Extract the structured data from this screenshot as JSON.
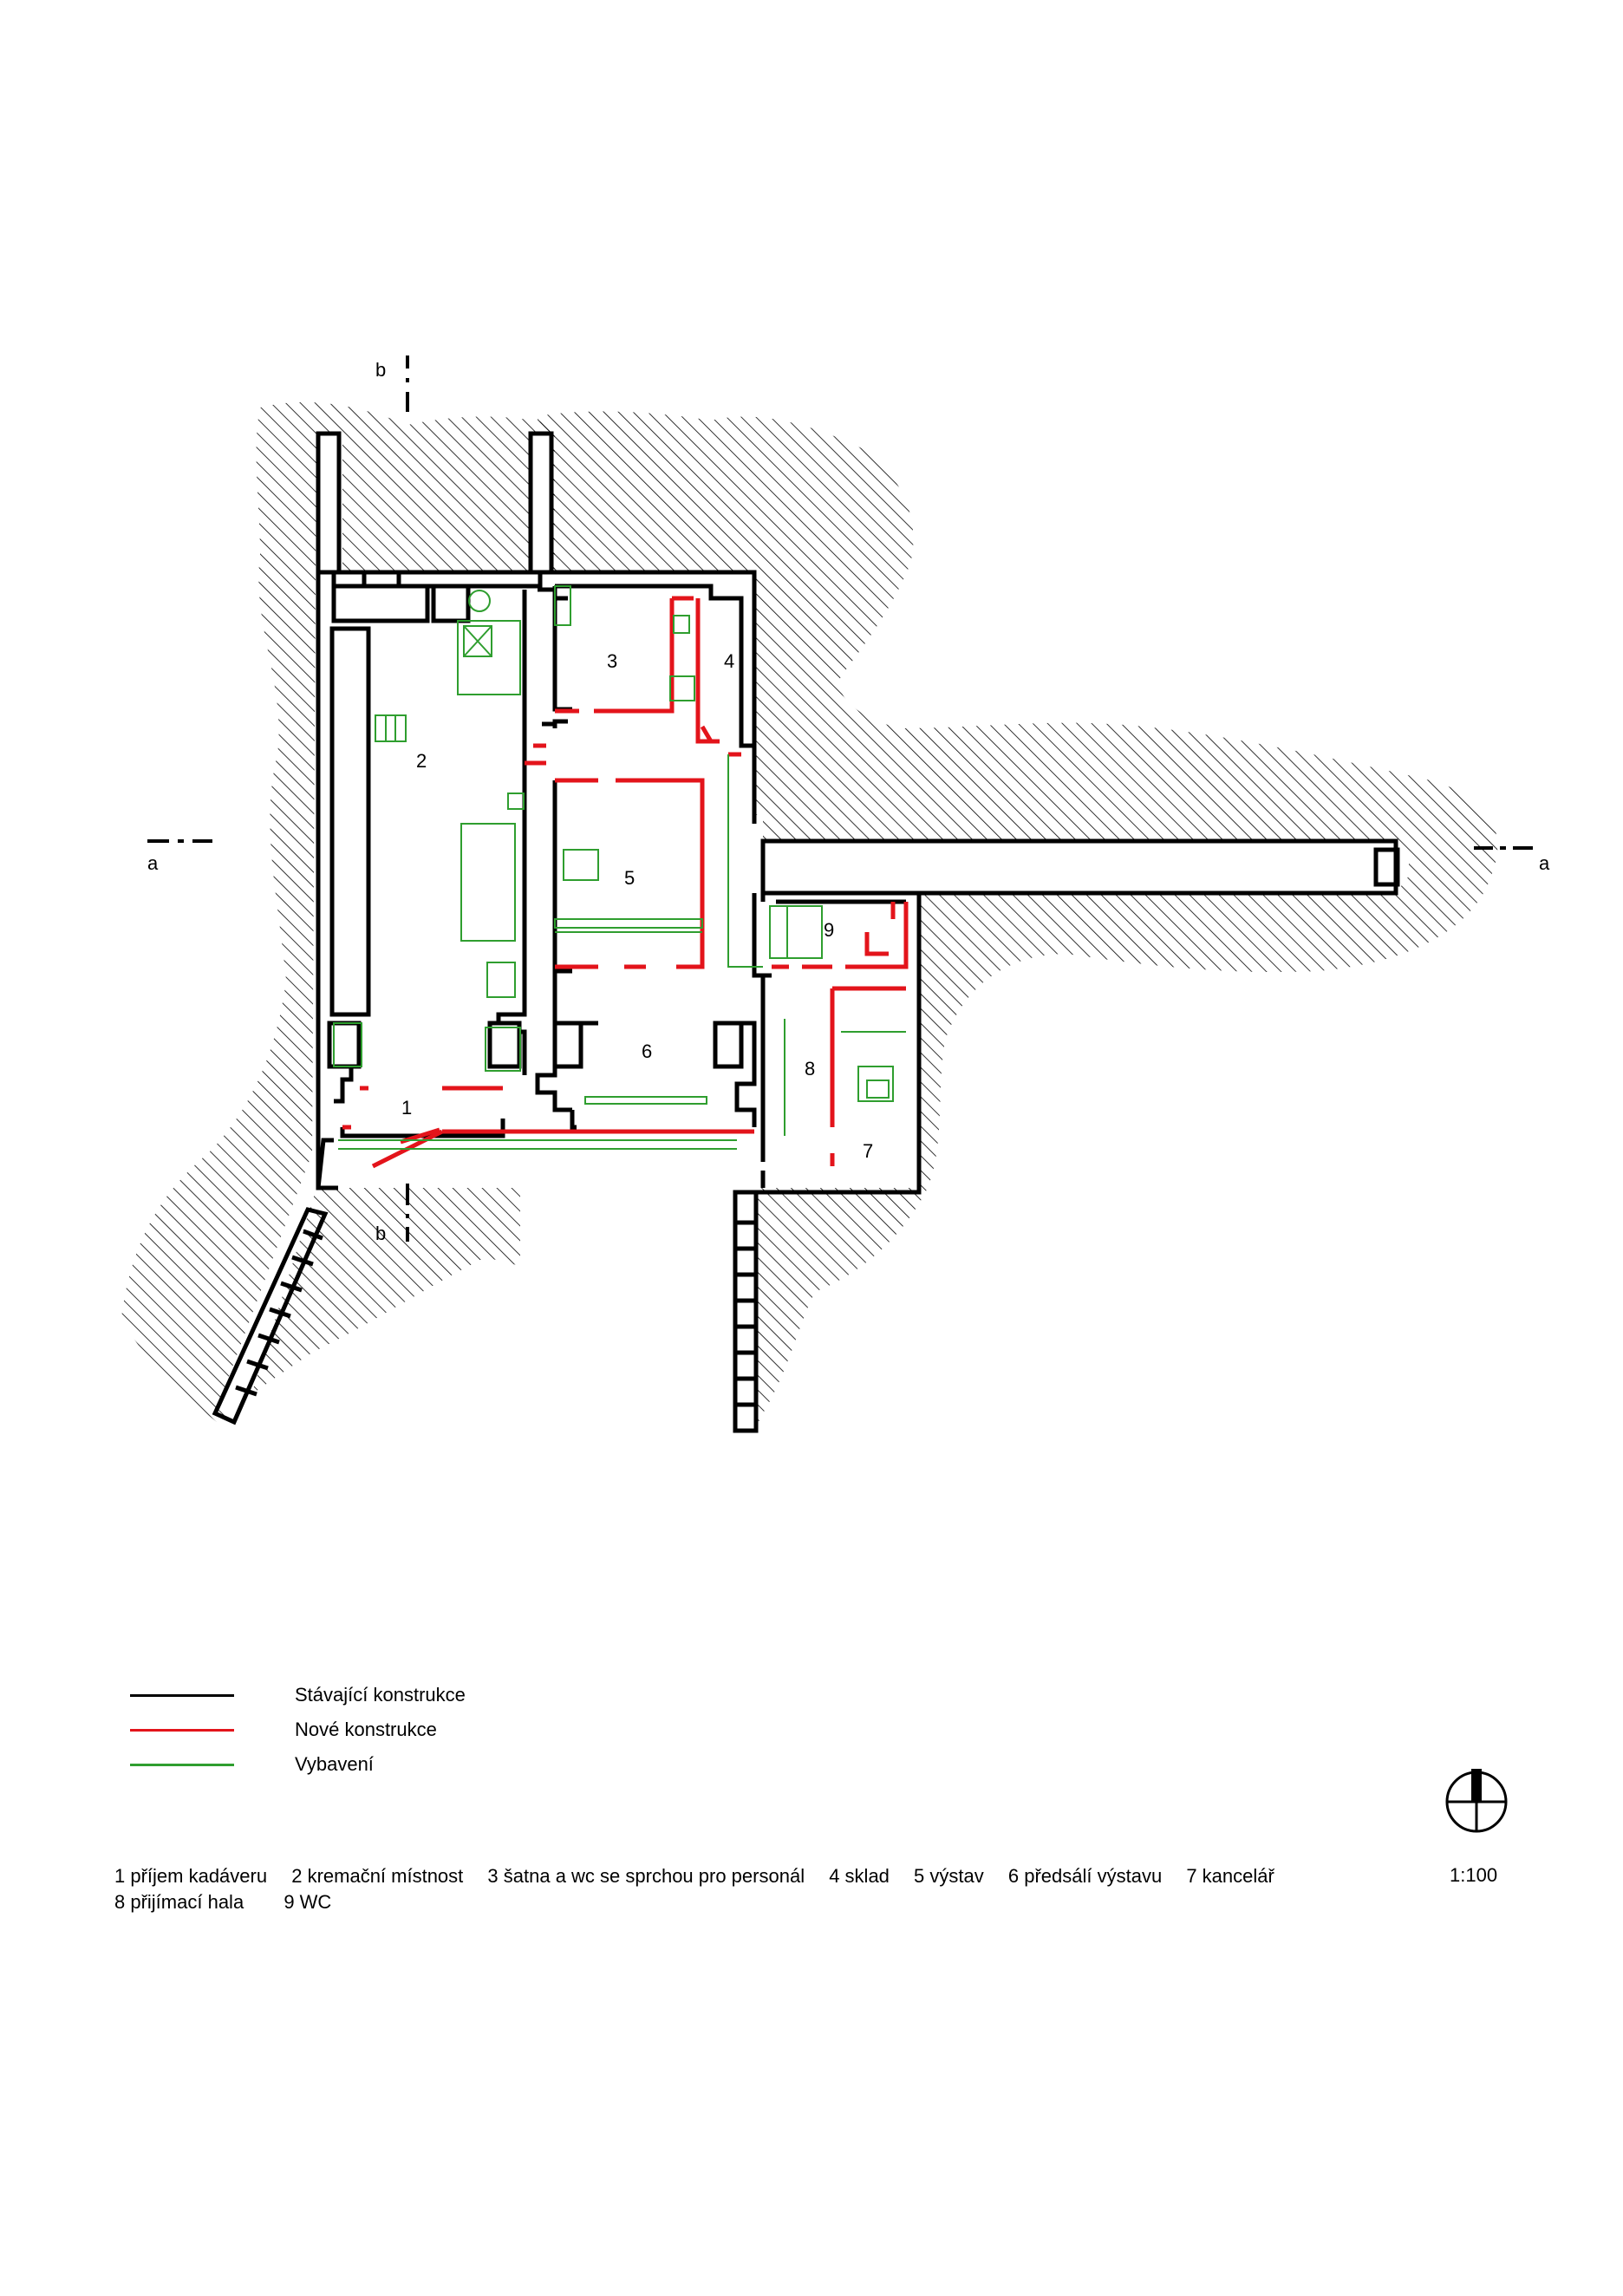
{
  "colors": {
    "existing": "#000000",
    "new": "#e3141b",
    "equipment": "#2f9e2f",
    "hatch": "#000000"
  },
  "sections": {
    "a_label": "a",
    "b_label": "b"
  },
  "rooms": [
    {
      "number": "1",
      "name": "příjem kadáveru"
    },
    {
      "number": "2",
      "name": "kremační místnost"
    },
    {
      "number": "3",
      "name": "šatna a wc se sprchou pro personál"
    },
    {
      "number": "4",
      "name": "sklad"
    },
    {
      "number": "5",
      "name": "výstav"
    },
    {
      "number": "6",
      "name": "předsálí výstavu"
    },
    {
      "number": "7",
      "name": "kancelář"
    },
    {
      "number": "8",
      "name": "přijímací hala"
    },
    {
      "number": "9",
      "name": "WC"
    }
  ],
  "legend": [
    {
      "label": "Stávající konstrukce",
      "color": "#000000"
    },
    {
      "label": "Nové konstrukce",
      "color": "#e3141b"
    },
    {
      "label": "Vybavení",
      "color": "#2f9e2f"
    }
  ],
  "room_list_lines": [
    "1 příjem kadáveru",
    "2 kremační místnost",
    "3 šatna a wc se sprchou pro personál",
    "4 sklad",
    "5 výstav",
    "6 předsálí výstavu",
    "7 kancelář",
    "8 přijímací hala",
    "9 WC"
  ],
  "north_arrow_icon": "north-arrow-icon",
  "scale": "1:100"
}
